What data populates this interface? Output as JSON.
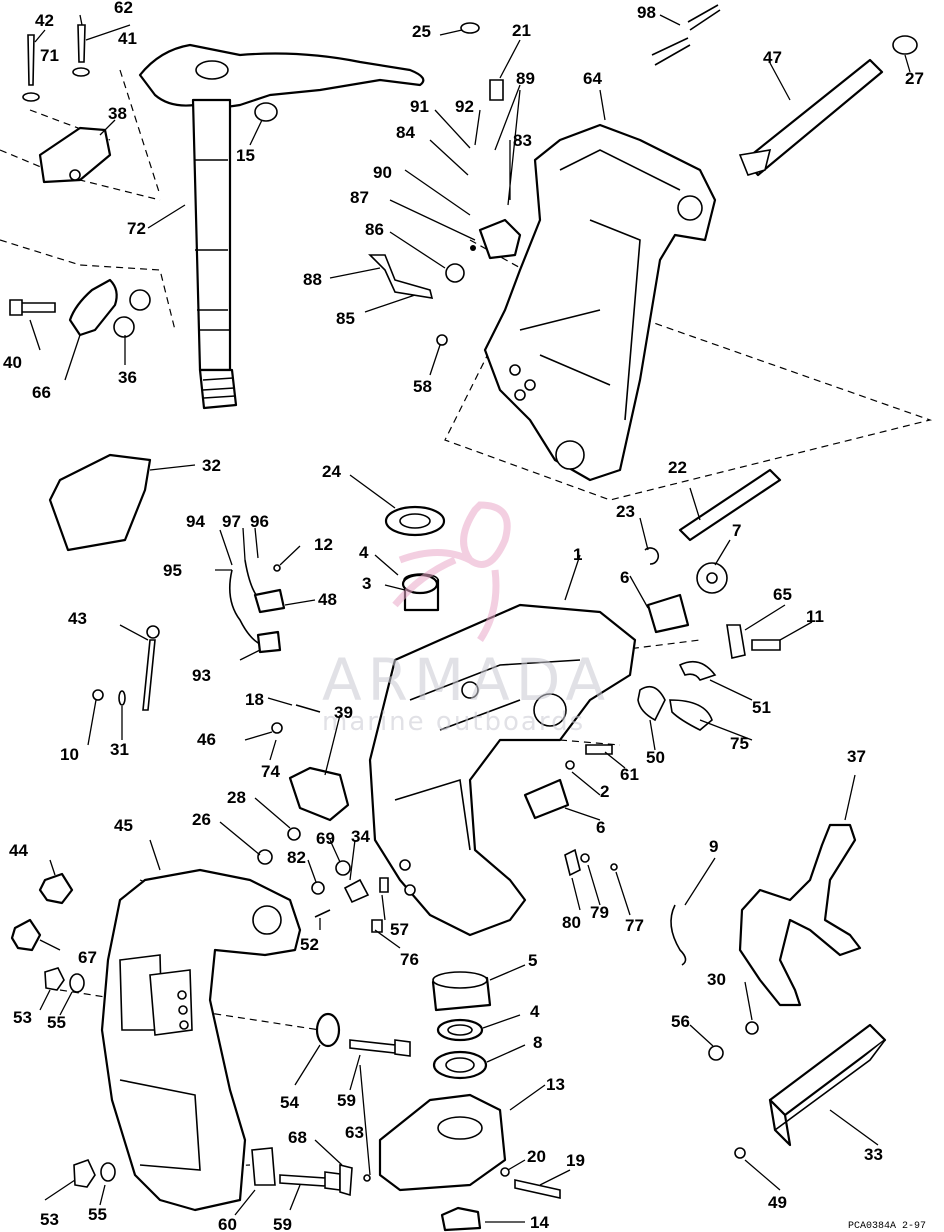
{
  "callouts": [
    "1",
    "2",
    "3",
    "4",
    "4",
    "5",
    "6",
    "6",
    "7",
    "8",
    "9",
    "10",
    "11",
    "12",
    "13",
    "14",
    "15",
    "18",
    "19",
    "20",
    "21",
    "22",
    "23",
    "24",
    "25",
    "26",
    "27",
    "28",
    "30",
    "31",
    "32",
    "33",
    "34",
    "36",
    "37",
    "38",
    "39",
    "40",
    "41",
    "42",
    "43",
    "44",
    "45",
    "46",
    "47",
    "48",
    "49",
    "50",
    "51",
    "52",
    "53",
    "53",
    "54",
    "55",
    "55",
    "56",
    "57",
    "58",
    "59",
    "59",
    "60",
    "61",
    "62",
    "63",
    "64",
    "65",
    "66",
    "67",
    "68",
    "69",
    "71",
    "72",
    "74",
    "75",
    "76",
    "77",
    "79",
    "80",
    "82",
    "83",
    "84",
    "85",
    "86",
    "87",
    "88",
    "89",
    "90",
    "91",
    "92",
    "93",
    "94",
    "95",
    "96",
    "97",
    "98"
  ],
  "watermark": {
    "brand": "ARMADA",
    "tagline": "marine outboards",
    "logo": "armada-propeller-logo",
    "color": "#e9a7c9"
  },
  "footer_code": "PCA0384A   2-97"
}
